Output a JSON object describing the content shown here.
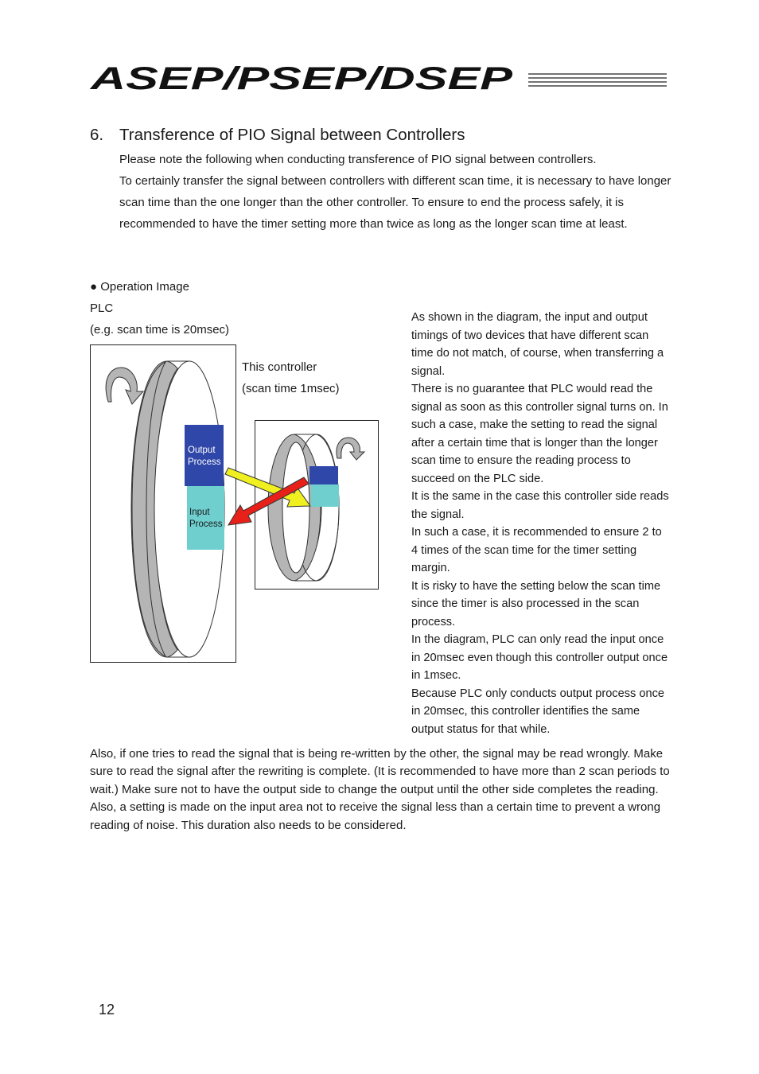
{
  "header": {
    "logo_text": "ASEP/PSEP/DSEP"
  },
  "section": {
    "number": "6.",
    "title": "Transference of PIO Signal between Controllers",
    "intro": [
      "Please note the following when conducting transference of PIO signal between controllers.",
      "To certainly transfer the signal between controllers with different scan time, it is necessary to have longer scan time than the one longer than the other controller. To ensure to end the process safely, it is recommended to have the timer setting more than twice as long as the longer scan time at least."
    ]
  },
  "figure": {
    "heading": "● Operation Image",
    "plc_label": "PLC",
    "plc_scan": "(e.g. scan time is 20msec)",
    "ctrl_label": "This controller",
    "ctrl_scan": "(scan time 1msec)",
    "output_process_line1": "Output",
    "output_process_line2": "Process",
    "input_process_line1": "Input",
    "input_process_line2": "Process",
    "colors": {
      "output": "#2f47a8",
      "input": "#6fcfcf",
      "ring": "#b5b5b5",
      "arrow_yellow": "#f0f020",
      "arrow_red": "#e8201a"
    }
  },
  "explanation": [
    "As shown in the diagram, the input and output timings of two devices that have different scan time do not match, of course, when transferring a signal.",
    "There is no guarantee that PLC would read the signal as soon as this controller signal turns on. In such a case, make the setting to read the signal after a certain time that is longer than the longer scan time to ensure the reading process to succeed on the PLC side.",
    "It is the same in the case this controller side reads the signal.",
    "In such a case, it is recommended to ensure 2 to 4 times of the scan time for the timer setting margin.",
    "It is risky to have the setting below the scan time since the timer is also processed in the scan process.",
    "In the diagram, PLC can only read the input once in 20msec even though this controller output once in 1msec.",
    "Because PLC only conducts output process once in 20msec, this controller identifies the same output status for that while."
  ],
  "closing": "Also, if one tries to read the signal that is being re-written by the other, the signal may be read wrongly. Make sure to read the signal after the rewriting is complete. (It is recommended to have more than 2 scan periods to wait.) Make sure not to have the output side to change the output until the other side completes the reading. Also, a setting is made on the input area not to receive the signal less than a certain time to prevent a wrong reading of noise. This duration also needs to be considered.",
  "page_number": "12"
}
